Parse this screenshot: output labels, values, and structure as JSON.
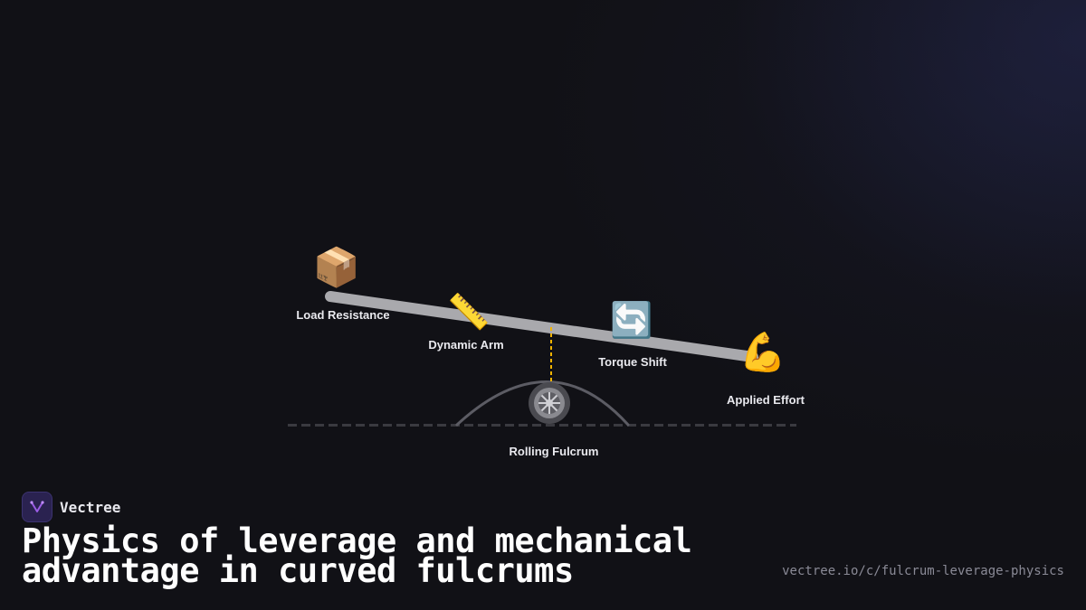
{
  "diagram": {
    "nodes": [
      {
        "id": "load",
        "icon": "package-icon",
        "glyph": "📦",
        "label": "Load Resistance"
      },
      {
        "id": "arm",
        "icon": "ruler-icon",
        "glyph": "📏",
        "label": "Dynamic Arm"
      },
      {
        "id": "torque",
        "icon": "rotate-arrows-icon",
        "glyph": "🔄",
        "label": "Torque Shift"
      },
      {
        "id": "effort",
        "icon": "flexed-biceps-icon",
        "glyph": "💪",
        "label": "Applied Effort"
      },
      {
        "id": "fulcrum",
        "icon": "wheel-icon",
        "glyph": "🛞",
        "label": "Rolling Fulcrum"
      }
    ],
    "colors": {
      "lever": "#a9a9ad",
      "pivot_line": "#f2b400",
      "ground": "#3a3a40",
      "arc": "#5c5c64",
      "wheel": "#7b7b82"
    }
  },
  "brand": {
    "name": "Vectree",
    "icon": "vectree-logo-icon"
  },
  "title": "Physics of leverage and mechanical advantage in curved fulcrums",
  "url": "vectree.io/c/fulcrum-leverage-physics"
}
